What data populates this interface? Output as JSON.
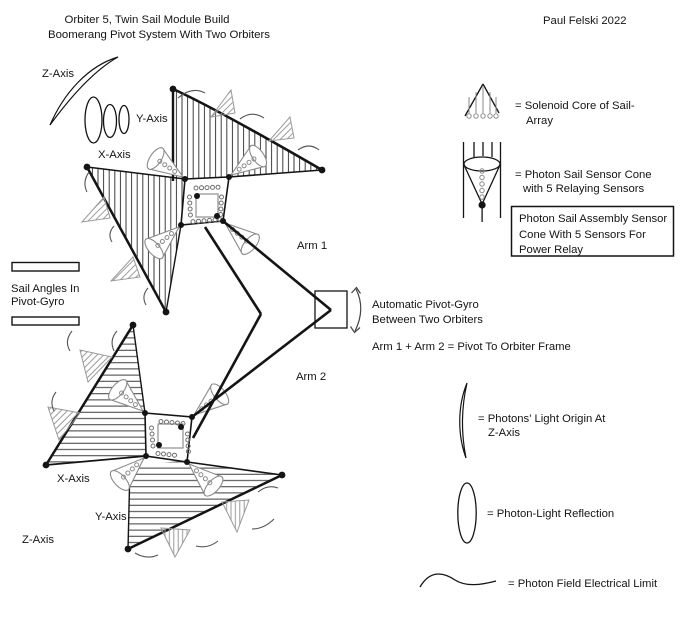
{
  "title": {
    "line1": "Orbiter 5, Twin Sail Module Build",
    "line2": "Boomerang Pivot System With Two Orbiters"
  },
  "author": "Paul Felski 2022",
  "top_orbiter": {
    "z_axis": "Z-Axis",
    "y_axis": "Y-Axis",
    "x_axis": "X-Axis"
  },
  "bottom_orbiter": {
    "x_axis": "X-Axis",
    "y_axis": "Y-Axis",
    "z_axis": "Z-Axis"
  },
  "pivot": {
    "arm1": "Arm 1",
    "arm2": "Arm 2",
    "gyro_line1": "Automatic Pivot-Gyro",
    "gyro_line2": "Between Two Orbiters",
    "equation": "Arm 1 + Arm 2 = Pivot To Orbiter Frame"
  },
  "side_note": {
    "line1": "Sail Angles In",
    "line2": "Pivot-Gyro"
  },
  "legend": {
    "solenoid": {
      "icon": "solenoid-core-icon",
      "line1": "= Solenoid Core of Sail-",
      "line2": "Array"
    },
    "sensor_cone": {
      "icon": "sensor-cone-icon",
      "line1": "= Photon Sail Sensor Cone",
      "line2": "with 5 Relaying Sensors"
    },
    "callout": {
      "line1": "Photon Sail Assembly Sensor",
      "line2": "Cone With 5 Sensors For",
      "line3": "Power Relay"
    },
    "light_origin": {
      "icon": "crescent-icon",
      "line1": "= Photons' Light Origin At",
      "line2": "Z-Axis"
    },
    "reflection": {
      "icon": "ellipse-icon",
      "label": "= Photon-Light Reflection"
    },
    "field_limit": {
      "icon": "wavy-line-icon",
      "label": "= Photon Field Electrical Limit"
    }
  },
  "colors": {
    "ink": "#141414",
    "hatch": "#3c3c3c",
    "light": "#8f8f8f",
    "background": "#ffffff"
  }
}
